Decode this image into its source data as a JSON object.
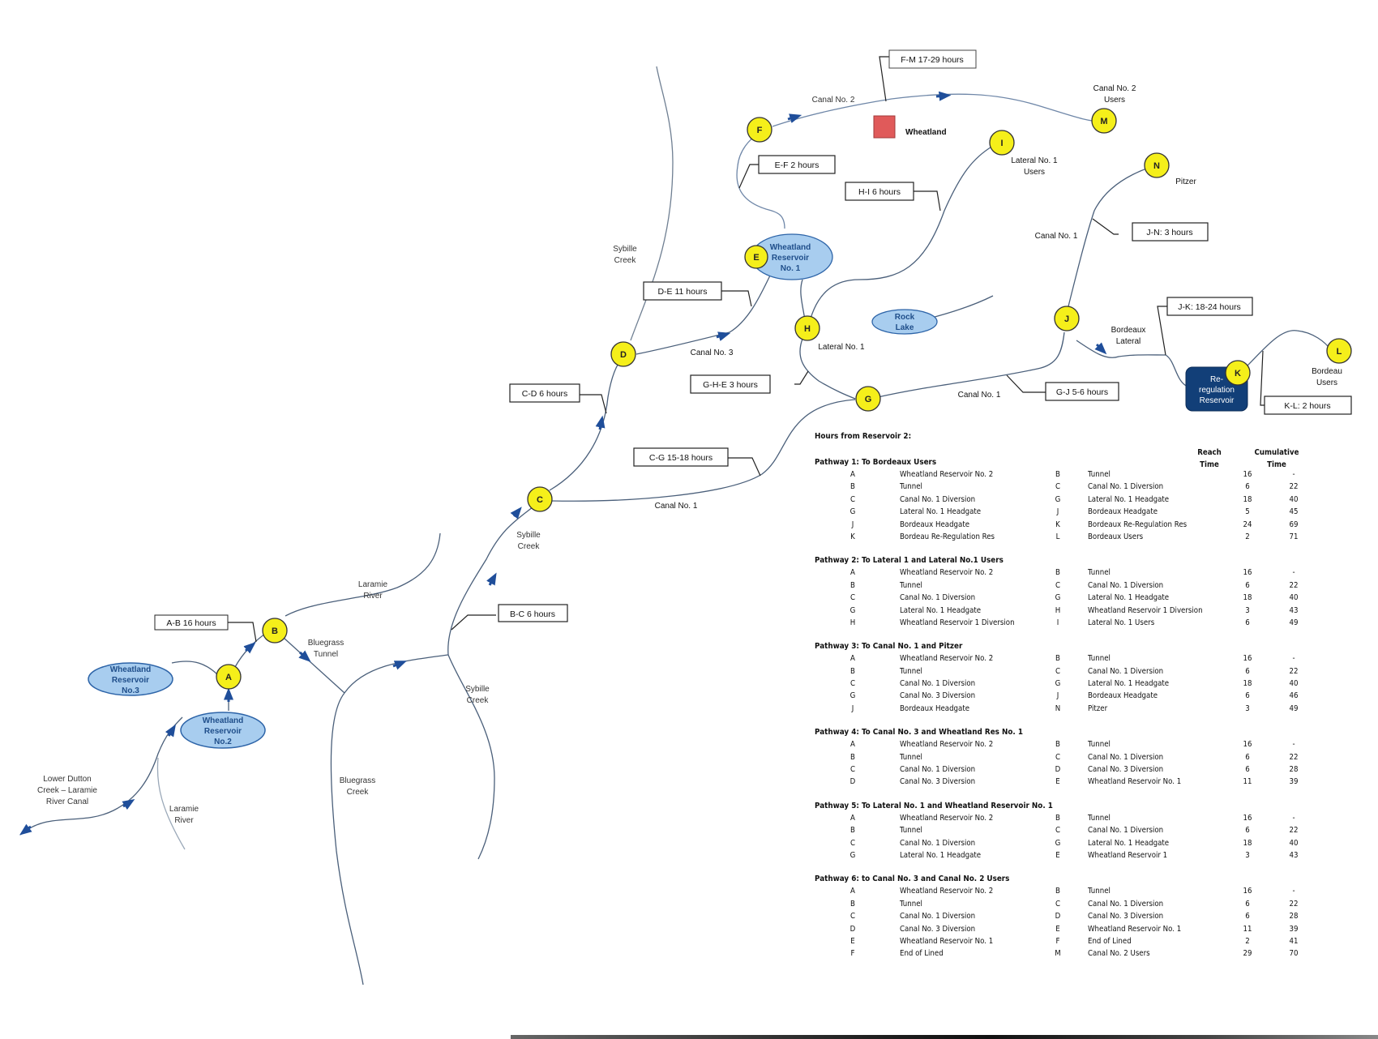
{
  "diagram": {
    "nodes": [
      {
        "id": "A",
        "label": "A"
      },
      {
        "id": "B",
        "label": "B"
      },
      {
        "id": "C",
        "label": "C"
      },
      {
        "id": "D",
        "label": "D"
      },
      {
        "id": "E",
        "label": "E"
      },
      {
        "id": "F",
        "label": "F"
      },
      {
        "id": "G",
        "label": "G"
      },
      {
        "id": "H",
        "label": "H"
      },
      {
        "id": "I",
        "label": "I"
      },
      {
        "id": "J",
        "label": "J"
      },
      {
        "id": "K",
        "label": "K"
      },
      {
        "id": "L",
        "label": "L"
      },
      {
        "id": "M",
        "label": "M"
      },
      {
        "id": "N",
        "label": "N"
      }
    ],
    "reservoirs": {
      "res1": [
        "Wheatland",
        "Reservoir",
        "No. 1"
      ],
      "res2": [
        "Wheatland",
        "Reservoir",
        "No.2"
      ],
      "res3": [
        "Wheatland",
        "Reservoir",
        "No.3"
      ],
      "rock_lake": [
        "Rock",
        "Lake"
      ],
      "reregulation": [
        "Re-",
        "regulation",
        "Reservoir"
      ]
    },
    "town": {
      "label": "Wheatland",
      "color": "#e05a5a"
    },
    "time_boxes": {
      "ab": "A-B  16 hours",
      "bc": "B-C  6 hours",
      "cd": "C-D  6 hours",
      "cg": "C-G  15-18 hours",
      "de": "D-E  11 hours",
      "ef": "E-F  2 hours",
      "fm": "F-M  17-29 hours",
      "hi": "H-I  6 hours",
      "ghe": "G-H-E  3 hours",
      "gj": "G-J  5-6 hours",
      "jn": "J-N: 3 hours",
      "jk": "J-K: 18-24 hours",
      "kl": "K-L: 2 hours"
    },
    "labels": {
      "lower_dutton": [
        "Lower Dutton",
        "Creek – Laramie",
        "River Canal"
      ],
      "laramie_river_low": [
        "Laramie",
        "River"
      ],
      "laramie_river_up": [
        "Laramie",
        "River"
      ],
      "bluegrass_tunnel": [
        "Bluegrass",
        "Tunnel"
      ],
      "bluegrass_creek": [
        "Bluegrass",
        "Creek"
      ],
      "sybille_creek_low": [
        "Sybille",
        "Creek"
      ],
      "sybille_creek_mid": [
        "Sybille",
        "Creek"
      ],
      "sybille_creek_up": [
        "Sybille",
        "Creek"
      ],
      "canal1_c": "Canal No. 1",
      "canal1_g": "Canal No. 1",
      "canal1_j": "Canal No. 1",
      "canal2": "Canal No. 2",
      "canal2_users": [
        "Canal No. 2",
        "Users"
      ],
      "canal3": "Canal No. 3",
      "lateral1": "Lateral No. 1",
      "lateral1_users": [
        "Lateral No. 1",
        "Users"
      ],
      "pitzer": "Pitzer",
      "bordeaux_lateral": [
        "Bordeaux",
        "Lateral"
      ],
      "bordeau_users": [
        "Bordeau",
        "Users"
      ]
    },
    "colors": {
      "node_fill": "#f5ef1a",
      "reservoir_fill": "#a8cdef",
      "reservoir_dark": "#123f78",
      "stream": "#4a5f7a",
      "arrow": "#1f4e9a"
    }
  },
  "table": {
    "title": "Hours from Reservoir 2:",
    "headers": {
      "reach": [
        "Reach",
        "Time"
      ],
      "cumulative": [
        "Cumulative",
        "Time"
      ]
    },
    "pathways": [
      {
        "title": "Pathway 1: To Bordeaux Users",
        "rows": [
          [
            "A",
            "Wheatland Reservoir No. 2",
            "B",
            "Tunnel",
            "16",
            "-"
          ],
          [
            "B",
            "Tunnel",
            "C",
            "Canal No. 1 Diversion",
            "6",
            "22"
          ],
          [
            "C",
            "Canal No. 1 Diversion",
            "G",
            "Lateral No. 1 Headgate",
            "18",
            "40"
          ],
          [
            "G",
            "Lateral No. 1 Headgate",
            "J",
            "Bordeaux Headgate",
            "5",
            "45"
          ],
          [
            "J",
            "Bordeaux Headgate",
            "K",
            "Bordeaux Re-Regulation Res",
            "24",
            "69"
          ],
          [
            "K",
            "Bordeau Re-Regulation Res",
            "L",
            "Bordeaux Users",
            "2",
            "71"
          ]
        ]
      },
      {
        "title": "Pathway 2: To Lateral 1 and Lateral No.1 Users",
        "rows": [
          [
            "A",
            "Wheatland Reservoir No. 2",
            "B",
            "Tunnel",
            "16",
            "-"
          ],
          [
            "B",
            "Tunnel",
            "C",
            "Canal No. 1 Diversion",
            "6",
            "22"
          ],
          [
            "C",
            "Canal No. 1 Diversion",
            "G",
            "Lateral No. 1 Headgate",
            "18",
            "40"
          ],
          [
            "G",
            "Lateral No. 1 Headgate",
            "H",
            "Wheatland Reservoir 1 Diversion",
            "3",
            "43"
          ],
          [
            "H",
            "Wheatland Reservoir 1 Diversion",
            "I",
            "Lateral No. 1 Users",
            "6",
            "49"
          ]
        ]
      },
      {
        "title": "Pathway 3: To Canal No. 1 and Pitzer",
        "rows": [
          [
            "A",
            "Wheatland Reservoir No. 2",
            "B",
            "Tunnel",
            "16",
            "-"
          ],
          [
            "B",
            "Tunnel",
            "C",
            "Canal No. 1 Diversion",
            "6",
            "22"
          ],
          [
            "C",
            "Canal No. 1 Diversion",
            "G",
            "Lateral No. 1 Headgate",
            "18",
            "40"
          ],
          [
            "G",
            "Canal No. 3 Diversion",
            "J",
            "Bordeaux Headgate",
            "6",
            "46"
          ],
          [
            "J",
            "Bordeaux Headgate",
            "N",
            "Pitzer",
            "3",
            "49"
          ]
        ]
      },
      {
        "title": "Pathway 4: To Canal No. 3 and Wheatland Res No. 1",
        "rows": [
          [
            "A",
            "Wheatland Reservoir No. 2",
            "B",
            "Tunnel",
            "16",
            "-"
          ],
          [
            "B",
            "Tunnel",
            "C",
            "Canal No. 1 Diversion",
            "6",
            "22"
          ],
          [
            "C",
            "Canal No. 1 Diversion",
            "D",
            "Canal No. 3 Diversion",
            "6",
            "28"
          ],
          [
            "D",
            "Canal No. 3 Diversion",
            "E",
            "Wheatland Reservoir No. 1",
            "11",
            "39"
          ]
        ]
      },
      {
        "title": "Pathway 5: To Lateral No. 1 and Wheatland Reservoir No. 1",
        "rows": [
          [
            "A",
            "Wheatland Reservoir No. 2",
            "B",
            "Tunnel",
            "16",
            "-"
          ],
          [
            "B",
            "Tunnel",
            "C",
            "Canal No. 1 Diversion",
            "6",
            "22"
          ],
          [
            "C",
            "Canal No. 1 Diversion",
            "G",
            "Lateral No. 1 Headgate",
            "18",
            "40"
          ],
          [
            "G",
            "Lateral No. 1 Headgate",
            "E",
            "Wheatland Reservoir 1",
            "3",
            "43"
          ]
        ]
      },
      {
        "title": "Pathway 6: to Canal No. 3 and Canal No. 2 Users",
        "rows": [
          [
            "A",
            "Wheatland Reservoir No. 2",
            "B",
            "Tunnel",
            "16",
            "-"
          ],
          [
            "B",
            "Tunnel",
            "C",
            "Canal No. 1 Diversion",
            "6",
            "22"
          ],
          [
            "C",
            "Canal No. 1 Diversion",
            "D",
            "Canal No. 3 Diversion",
            "6",
            "28"
          ],
          [
            "D",
            "Canal No. 3 Diversion",
            "E",
            "Wheatland Reservoir No. 1",
            "11",
            "39"
          ],
          [
            "E",
            "Wheatland Reservoir No. 1",
            "F",
            "End of Lined",
            "2",
            "41"
          ],
          [
            "F",
            "End of Lined",
            "M",
            "Canal No. 2 Users",
            "29",
            "70"
          ]
        ]
      }
    ]
  }
}
